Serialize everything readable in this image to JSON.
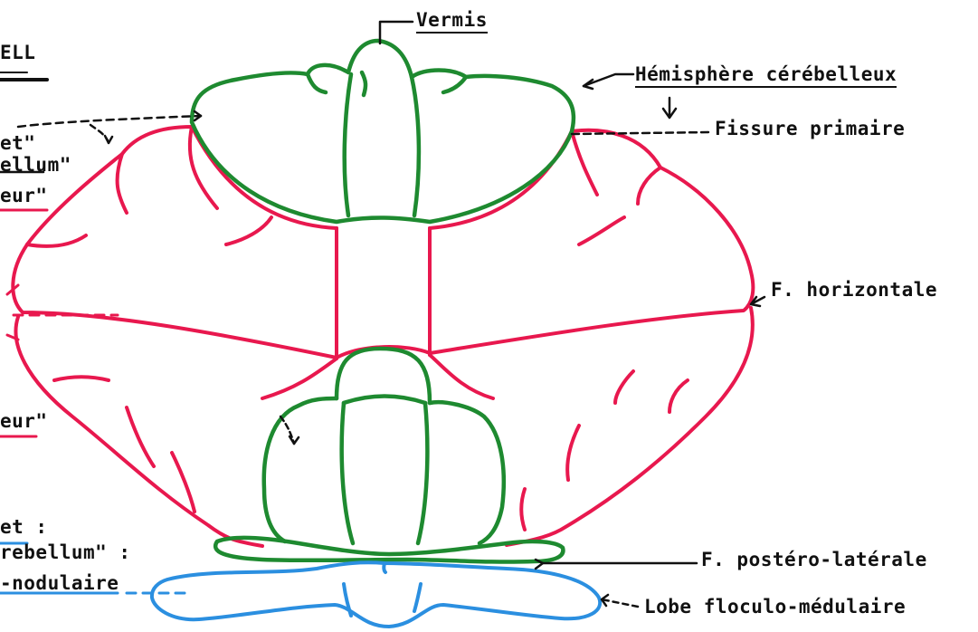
{
  "labels": {
    "vermis": "Vermis",
    "hemisphere": "Hémisphère cérébelleux",
    "fissure_primaire": "Fissure primaire",
    "f_horizontale": "F. horizontale",
    "f_postero_laterale": "F. postéro-latérale",
    "lobe_floculo": "Lobe floculo-médulaire",
    "title_fragment": "ELL",
    "left_1a": "et\"",
    "left_1b": "ellum\"",
    "left_1c": "eur\"",
    "left_2a": "eur\"",
    "left_3a": "et :",
    "left_3b": "rebellum\" :",
    "left_3c": "-nodulaire"
  },
  "colors": {
    "paleocerebellum": "#e8184e",
    "vermis_anterior": "#1e8a30",
    "archicerebellum": "#2b8fe0",
    "annotation": "#111111"
  }
}
